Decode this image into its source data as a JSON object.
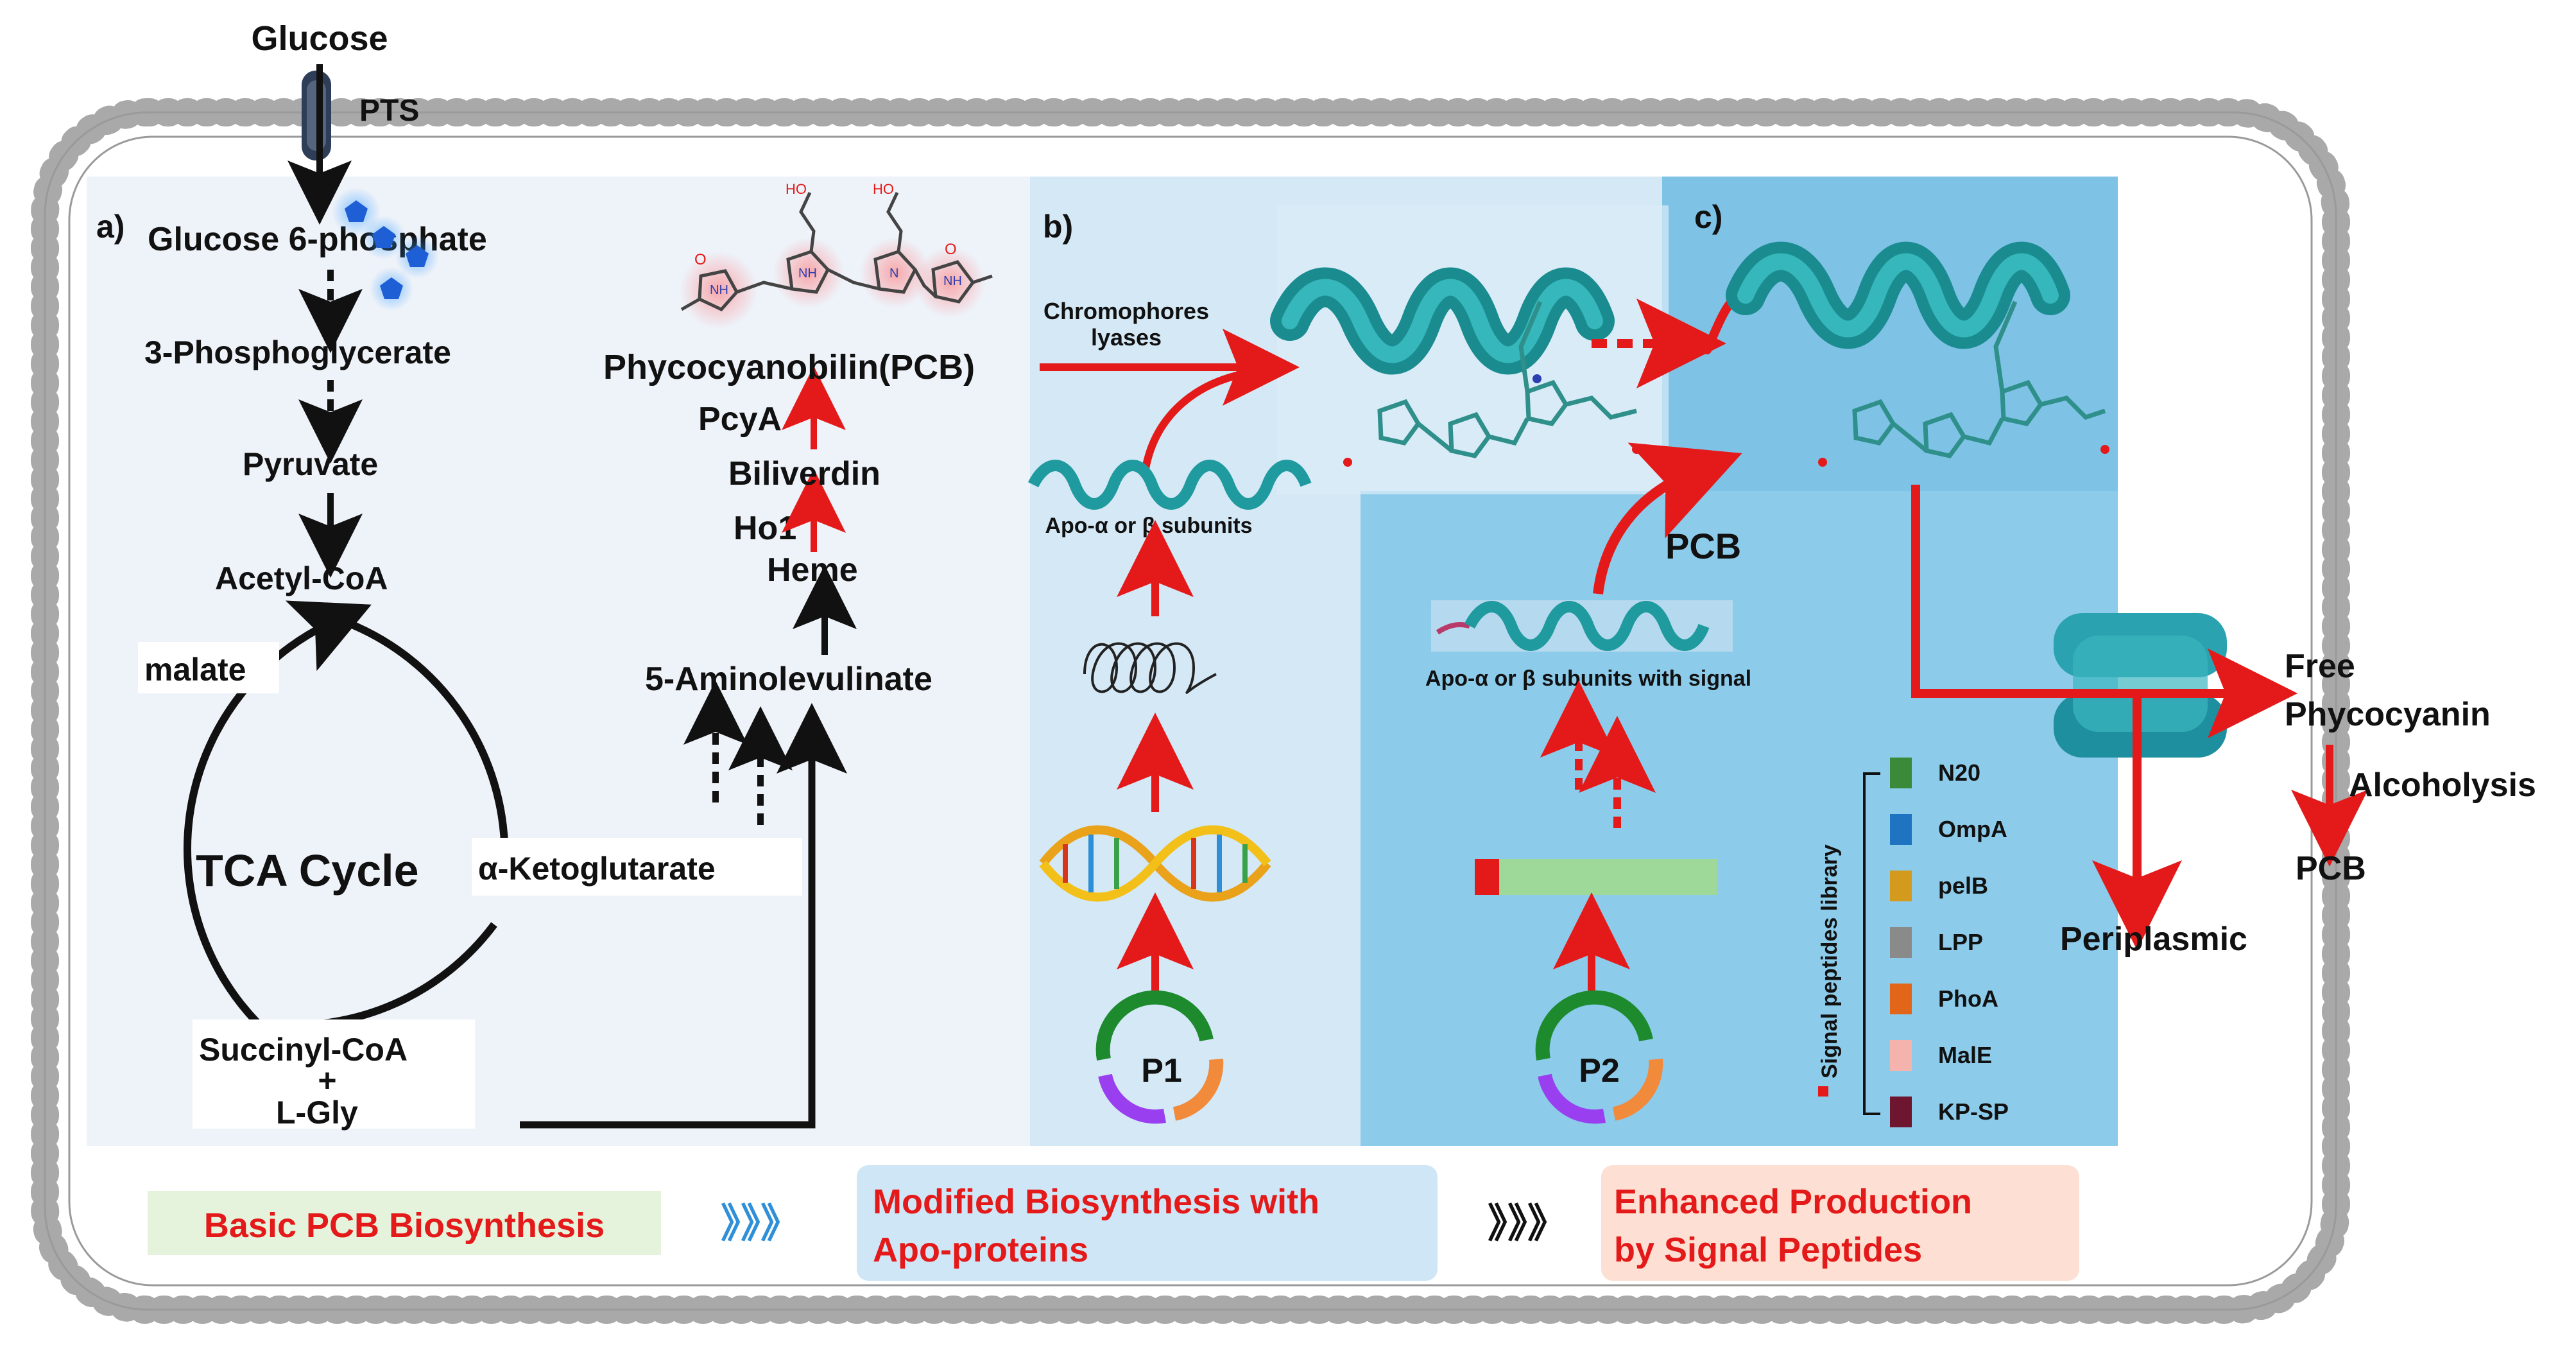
{
  "top": {
    "glucose": "Glucose",
    "pts": "PTS"
  },
  "panel_a": {
    "label": "a)",
    "glucose6p": "Glucose 6-phosphate",
    "phosphoglycerate": "3-Phosphoglycerate",
    "pyruvate": "Pyruvate",
    "acetylcoa": "Acetyl-CoA",
    "malate": "malate",
    "tca": "TCA Cycle",
    "ketoglutarate": "α-Ketoglutarate",
    "succinylcoa": "Succinyl-CoA",
    "plus": "+",
    "lgly": "L-Gly",
    "aminolevulinate": "5-Aminolevulinate",
    "heme": "Heme",
    "ho1": "Ho1",
    "biliverdin": "Biliverdin",
    "pcya": "PcyA",
    "pcb_full": "Phycocyanobilin(PCB)",
    "chem_labels": {
      "cooh": "HO",
      "o": "O",
      "nh": "NH",
      "n": "N"
    }
  },
  "panel_b": {
    "label": "b)",
    "chromophores": "Chromophores",
    "lyases": "lyases",
    "apo": "Apo-α or β subunits",
    "p1": "P1"
  },
  "panel_c": {
    "label": "c)",
    "pcb": "PCB",
    "apo_signal": "Apo-α or β subunits with signal",
    "p2": "P2",
    "library_title": "Signal peptides library",
    "library": [
      {
        "name": "N20",
        "color": "#3b8a3a"
      },
      {
        "name": "OmpA",
        "color": "#1f74c2"
      },
      {
        "name": "pelB",
        "color": "#d49a1e"
      },
      {
        "name": "LPP",
        "color": "#8a8a8a"
      },
      {
        "name": "PhoA",
        "color": "#e2661a"
      },
      {
        "name": "MalE",
        "color": "#f5b3ae"
      },
      {
        "name": "KP-SP",
        "color": "#6e1530"
      }
    ]
  },
  "outside": {
    "free": "Free",
    "phycocyanin": "Phycocyanin",
    "alcoholysis": "Alcoholysis",
    "pcb": "PCB",
    "periplasmic": "Periplasmic"
  },
  "bottom": {
    "stage1": "Basic PCB Biosynthesis",
    "stage2_line1": "Modified Biosynthesis with",
    "stage2_line2": "Apo-proteins",
    "stage3_line1": "Enhanced Production",
    "stage3_line2": "by Signal Peptides",
    "chev1": "》》》",
    "chev2": "》》》"
  },
  "colors": {
    "red": "#e41a1a",
    "black": "#111111",
    "teal": "#1f9a9e",
    "panel_a_bg": "#eef2f9",
    "panel_b_bg": "#d4e8f6",
    "panel_c_bg": "#8ccbea",
    "panel_c_top_bg": "#7ec2e6"
  }
}
